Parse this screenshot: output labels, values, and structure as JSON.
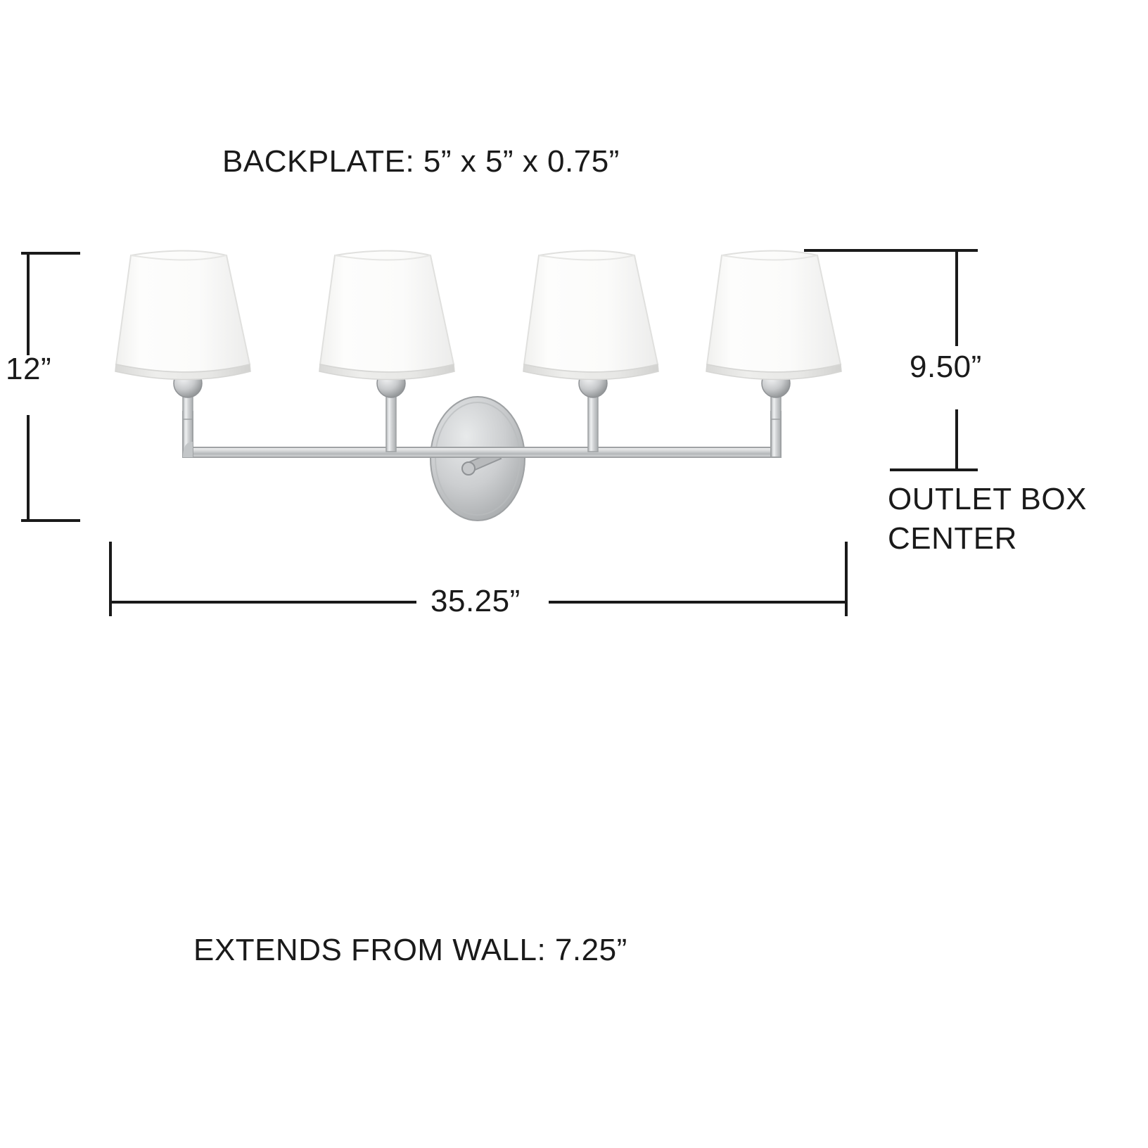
{
  "diagram": {
    "title": "Vanity light fixture dimension diagram",
    "background_color": "#ffffff",
    "line_color": "#1a1a1a",
    "labels": {
      "backplate": "BACKPLATE: 5” x 5” x 0.75”",
      "height": "12”",
      "outlet_box_center_dim": "9.50”",
      "outlet_box_center": "OUTLET BOX\nCENTER",
      "width": "35.25”",
      "extends_from_wall": "EXTENDS FROM WALL: 7.25”"
    },
    "fixture": {
      "shade_count": 4,
      "shade_color": "#fbfbfa",
      "shade_shadow_color": "#e4e4e2",
      "metal_color": "#c9cbcc",
      "metal_dark": "#9a9da0",
      "metal_light": "#eceeef"
    }
  }
}
